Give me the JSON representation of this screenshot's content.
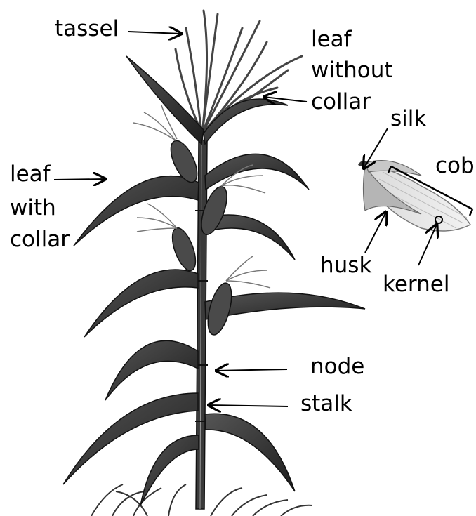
{
  "labels": {
    "tassel": "tassel",
    "leaf_without_collar": [
      "leaf",
      "without",
      "collar"
    ],
    "leaf_with_collar": [
      "leaf",
      "with",
      "collar"
    ],
    "silk": "silk",
    "cob": "cob",
    "husk": "husk",
    "kernel": "kernel",
    "node": "node",
    "stalk": "stalk"
  }
}
